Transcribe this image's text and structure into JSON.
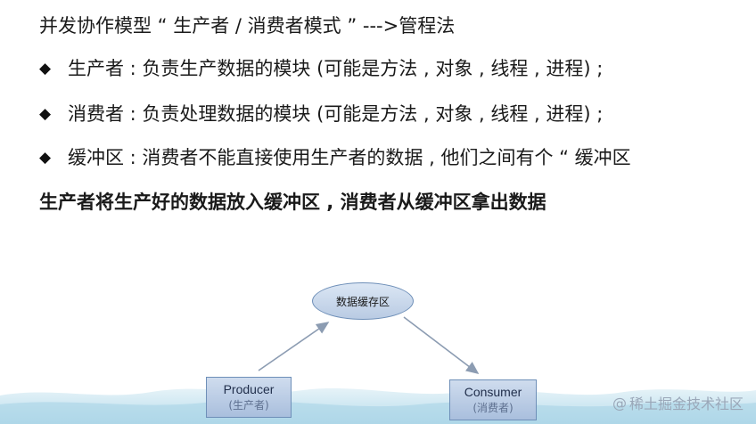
{
  "slide": {
    "title": "并发协作模型 “ 生产者 / 消费者模式 ” --->管程法",
    "bullets": [
      {
        "icon": "diamond-bullet-icon",
        "text": "生产者 : 负责生产数据的模块 (可能是方法 , 对象 , 线程 , 进程) ;"
      },
      {
        "icon": "diamond-bullet-icon",
        "text": "消费者 : 负责处理数据的模块 (可能是方法 , 对象 , 线程 , 进程) ;"
      },
      {
        "icon": "diamond-bullet-icon",
        "text": "缓冲区 : 消费者不能直接使用生产者的数据 , 他们之间有个 “ 缓冲区"
      }
    ],
    "bold_line": "生产者将生产好的数据放入缓冲区 , 消费者从缓冲区拿出数据"
  },
  "diagram": {
    "buffer_label": "数据缓存区",
    "producer": {
      "en": "Producer",
      "zh": "(生产者)"
    },
    "consumer": {
      "en": "Consumer",
      "zh": "(消费者)"
    }
  },
  "watermark": {
    "at": "@",
    "text": "稀土掘金技术社区"
  },
  "colors": {
    "shape_fill": "#c4d4ea",
    "shape_border": "#6e8fb8",
    "arrow": "#8c9cb2",
    "ground": "#bfe0ef",
    "watermark": "#9aa7b8"
  }
}
